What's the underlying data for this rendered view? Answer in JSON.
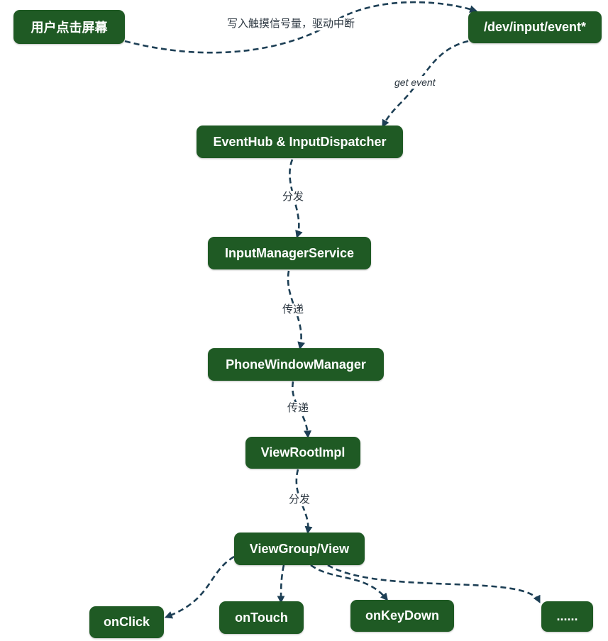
{
  "colors": {
    "node_fill": "#1f5a24",
    "node_text": "#ffffff",
    "edge": "#1d3f55",
    "label_text": "#2b3640"
  },
  "nodes": {
    "user_tap": "用户点击屏幕",
    "dev_input": "/dev/input/event*",
    "eventhub": "EventHub & InputDispatcher",
    "input_manager": "InputManagerService",
    "phone_window": "PhoneWindowManager",
    "view_root": "ViewRootImpl",
    "view_group": "ViewGroup/View",
    "on_click": "onClick",
    "on_touch": "onTouch",
    "on_key_down": "onKeyDown",
    "more": "......"
  },
  "edges": {
    "write_touch": "写入触摸信号量，驱动中断",
    "get_event": "get event",
    "dispatch_1": "分发",
    "deliver_1": "传递",
    "deliver_2": "传递",
    "dispatch_2": "分发"
  }
}
